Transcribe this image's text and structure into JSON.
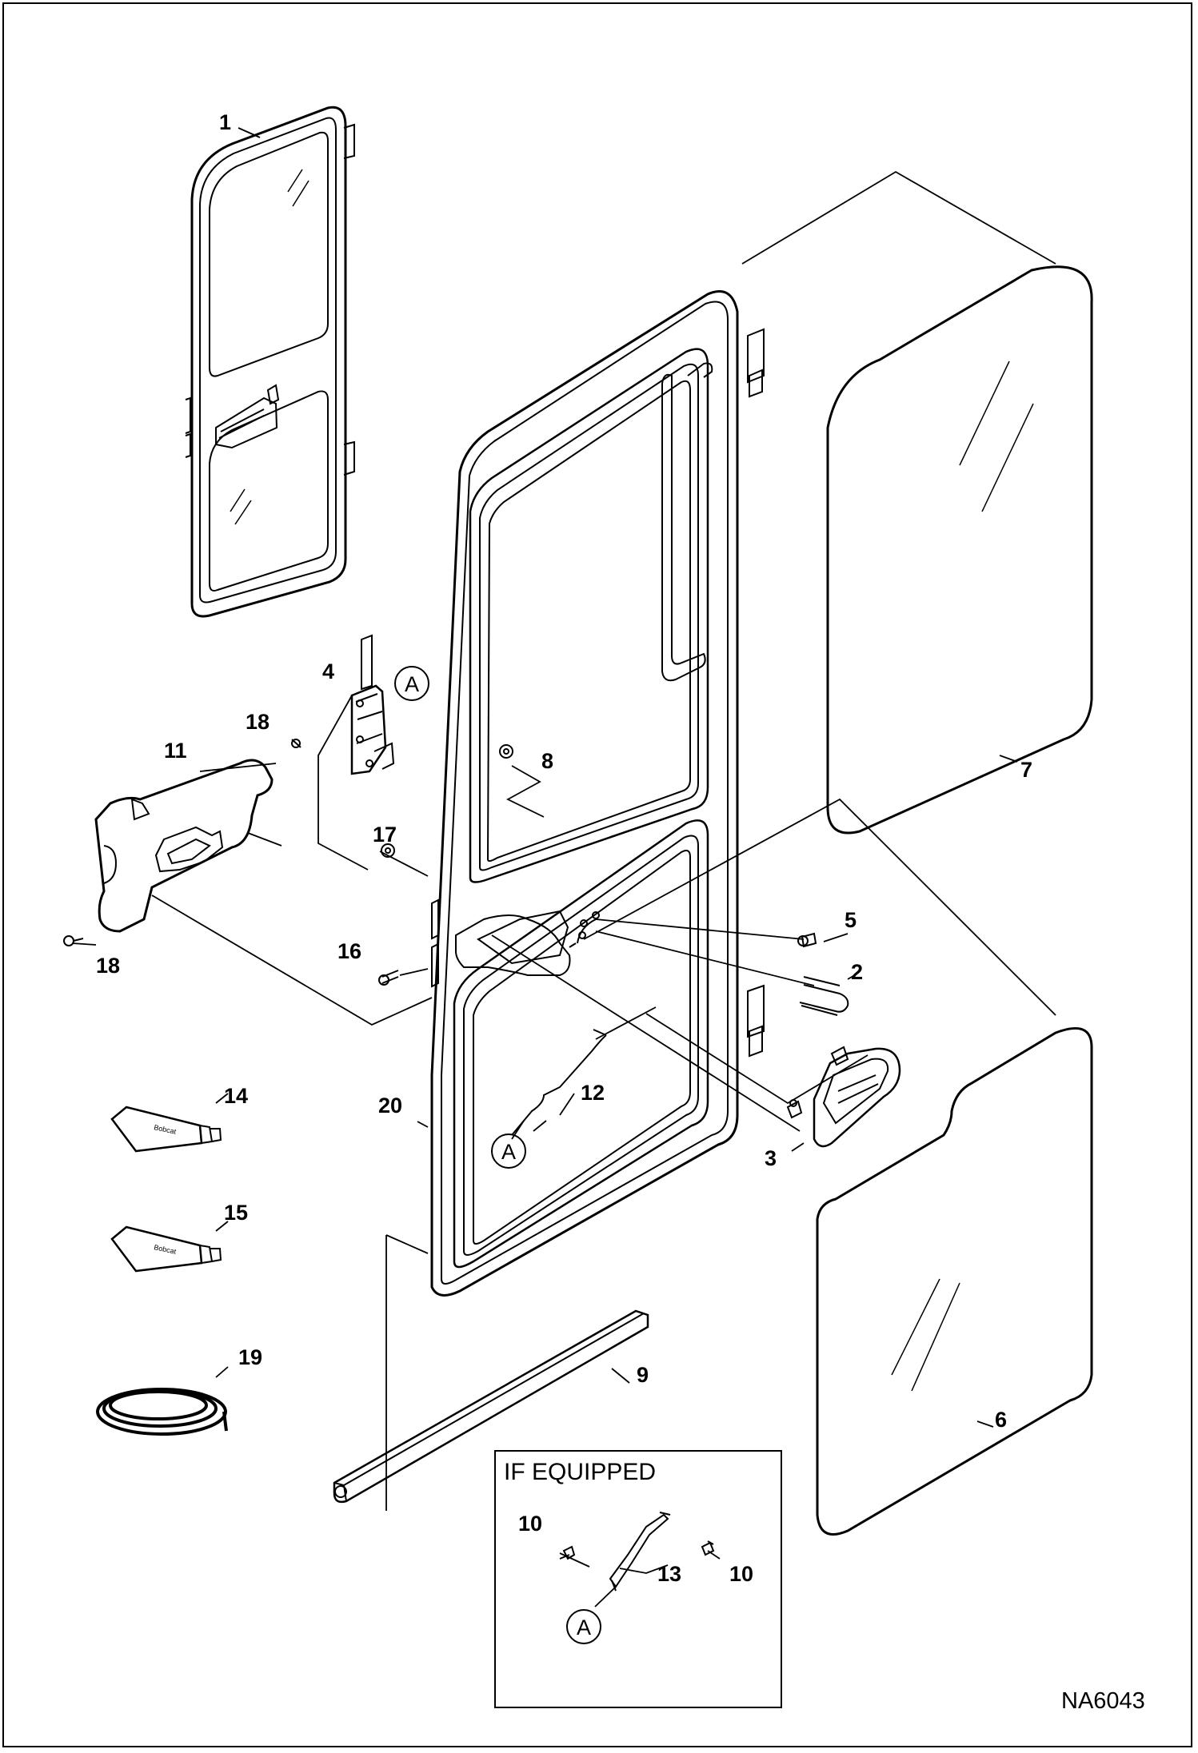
{
  "diagram": {
    "figure_id": "NA6043",
    "inset_title": "IF EQUIPPED",
    "reference_letter": "A",
    "callouts": [
      "1",
      "2",
      "3",
      "4",
      "5",
      "6",
      "7",
      "8",
      "9",
      "10",
      "10",
      "11",
      "12",
      "13",
      "14",
      "15",
      "16",
      "17",
      "18",
      "18",
      "19",
      "20"
    ],
    "tube_brand": "Bobcat"
  }
}
